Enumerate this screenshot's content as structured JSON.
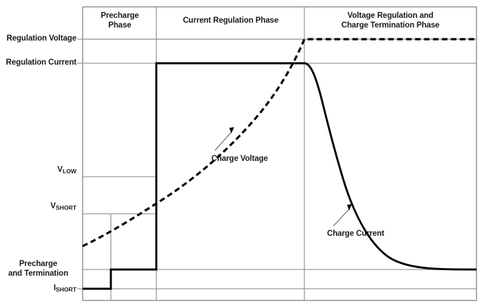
{
  "chart_data": {
    "type": "line",
    "title": "Battery Charging Profile",
    "xlabel": "",
    "ylabel": "",
    "grid": true,
    "legend_position": "inline-annotations",
    "phases": [
      {
        "name": "Precharge Phase",
        "x_start": 0.0,
        "x_end": 18.7
      },
      {
        "name": "Current Regulation Phase",
        "x_start": 18.7,
        "x_end": 56.3
      },
      {
        "name": "Voltage Regulation and\nCharge Termination Phase",
        "x_start": 56.3,
        "x_end": 100.0
      }
    ],
    "y_levels": [
      {
        "label": "Regulation Voltage",
        "y": 88.9
      },
      {
        "label": "Regulation Current",
        "y": 80.8
      },
      {
        "label": "V_LOW",
        "y": 42.1
      },
      {
        "label": "V_SHORT",
        "y": 29.5
      },
      {
        "label": "Precharge and Termination",
        "y": 10.5
      },
      {
        "label": "I_SHORT",
        "y": 4.0
      }
    ],
    "series": [
      {
        "name": "Charge Current",
        "style": "solid",
        "points": [
          [
            0.0,
            4.0
          ],
          [
            7.2,
            4.0
          ],
          [
            7.2,
            10.5
          ],
          [
            18.7,
            10.5
          ],
          [
            18.7,
            80.8
          ],
          [
            56.3,
            80.8
          ],
          [
            58.0,
            72.0
          ],
          [
            61.0,
            60.0
          ],
          [
            65.0,
            48.0
          ],
          [
            70.0,
            36.0
          ],
          [
            76.0,
            26.0
          ],
          [
            83.0,
            18.0
          ],
          [
            90.0,
            13.5
          ],
          [
            96.0,
            11.3
          ],
          [
            100.0,
            10.6
          ]
        ]
      },
      {
        "name": "Charge Voltage",
        "style": "dashed",
        "points": [
          [
            0.0,
            18.5
          ],
          [
            10.0,
            25.5
          ],
          [
            20.0,
            33.0
          ],
          [
            30.0,
            44.0
          ],
          [
            40.0,
            55.5
          ],
          [
            50.0,
            70.0
          ],
          [
            56.3,
            88.9
          ],
          [
            100.0,
            88.9
          ]
        ]
      }
    ],
    "annotations": [
      {
        "text": "Charge Voltage",
        "target_x": 40.0,
        "target_y": 58.0
      },
      {
        "text": "Charge Current",
        "target_x": 69.0,
        "target_y": 37.0
      }
    ]
  },
  "axis_labels": {
    "regulation_voltage": "Regulation Voltage",
    "regulation_current": "Regulation Current",
    "v_low_main": "V",
    "v_low_sub": "LOW",
    "v_short_main": "V",
    "v_short_sub": "SHORT",
    "precharge_termination_line1": "Precharge",
    "precharge_termination_line2": "and Termination",
    "i_short_main": "I",
    "i_short_sub": "SHORT"
  },
  "phase_headers": {
    "precharge_line1": "Precharge",
    "precharge_line2": "Phase",
    "current_regulation": "Current Regulation Phase",
    "voltage_regulation_line1": "Voltage Regulation and",
    "voltage_regulation_line2": "Charge Termination Phase"
  },
  "annotations": {
    "charge_voltage": "Charge Voltage",
    "charge_current": "Charge Current"
  },
  "colors": {
    "curve": "#000000",
    "grid": "#9a9a9a",
    "frame": "#8a8a8a",
    "text": "#1a1a1a",
    "background": "#ffffff"
  }
}
